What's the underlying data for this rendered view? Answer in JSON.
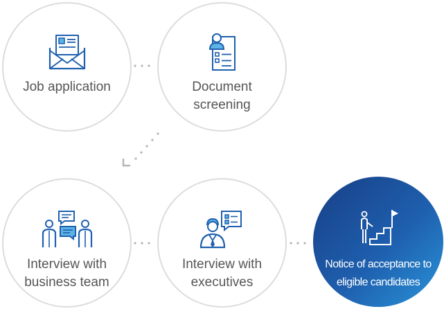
{
  "steps": [
    {
      "name": "job-application",
      "lines": [
        "Job application"
      ],
      "icon": "envelope-icon"
    },
    {
      "name": "document-screening",
      "lines": [
        "Document",
        "screening"
      ],
      "icon": "document-person-icon"
    },
    {
      "name": "interview-business-team",
      "lines": [
        "Interview with",
        "business team"
      ],
      "icon": "people-chat-icon"
    },
    {
      "name": "interview-executives",
      "lines": [
        "Interview with",
        "executives"
      ],
      "icon": "executive-presentation-icon"
    },
    {
      "name": "notice-of-acceptance",
      "lines": [
        "Notice of acceptance to",
        "eligible candidates"
      ],
      "icon": "stairs-flag-icon"
    }
  ],
  "colors": {
    "accent": "#1e5fae",
    "circle_border": "#dcdcdc",
    "text": "#555555",
    "dots": "#b5b5b5"
  }
}
